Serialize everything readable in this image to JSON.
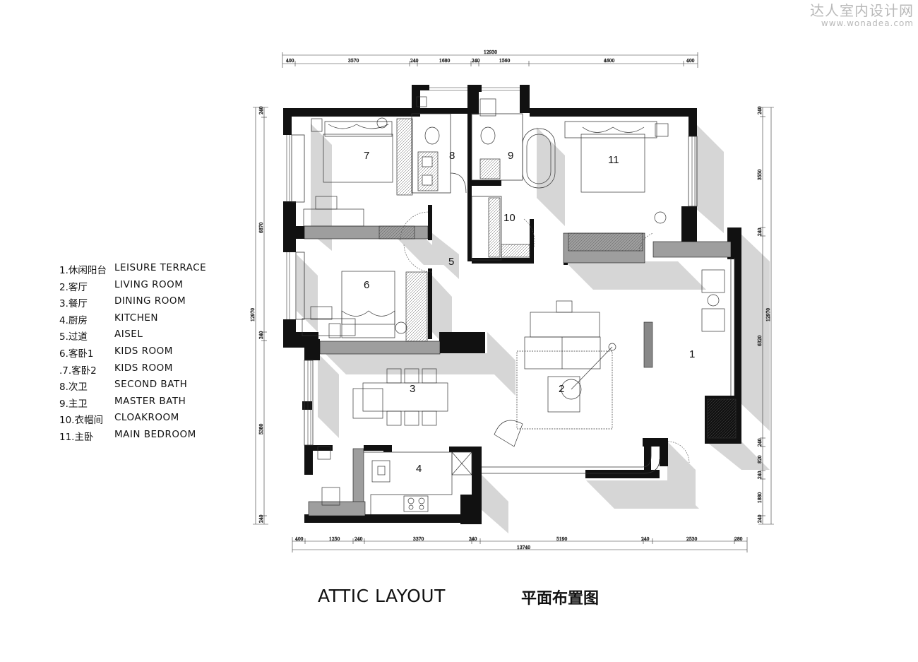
{
  "watermark": {
    "title": "达人室内设计网",
    "url": "www.wonadea.com"
  },
  "legend": [
    {
      "num": "1.休闲阳台",
      "en": "LEISURE  TERRACE"
    },
    {
      "num": "2.客厅",
      "en": "LIVING ROOM"
    },
    {
      "num": "3.餐厅",
      "en": "DINING ROOM"
    },
    {
      "num": "4.厨房",
      "en": "KITCHEN"
    },
    {
      "num": "5.过道",
      "en": "AISEL"
    },
    {
      "num": "6.客卧1",
      "en": "KIDS  ROOM"
    },
    {
      "num": ".7.客卧2",
      "en": "KIDS  ROOM"
    },
    {
      "num": "8.次卫",
      "en": "SECOND  BATH"
    },
    {
      "num": "9.主卫",
      "en": "MASTER  BATH"
    },
    {
      "num": "10.衣帽间",
      "en": "CLOAKROOM"
    },
    {
      "num": "11.主卧",
      "en": "MAIN  BEDROOM"
    }
  ],
  "rooms": {
    "r1": "1",
    "r2": "2",
    "r3": "3",
    "r4": "4",
    "r5": "5",
    "r6": "6",
    "r7": "7",
    "r8": "8",
    "r9": "9",
    "r10": "10",
    "r11": "11"
  },
  "dimensions": {
    "top_total": "12930",
    "top": [
      "400",
      "3570",
      "240",
      "1680",
      "240",
      "1560",
      "4600",
      "400"
    ],
    "bottom_total": "13740",
    "bottom": [
      "400",
      "1250",
      "240",
      "3370",
      "240",
      "5190",
      "240",
      "2530",
      "280"
    ],
    "left_total": "12970",
    "left": [
      "240",
      "6870",
      "240",
      "5380",
      "240"
    ],
    "right_total": "12970",
    "right": [
      "240",
      "3550",
      "240",
      "6320",
      "240",
      "820",
      "240",
      "1880",
      "240"
    ]
  },
  "captions": {
    "en": "ATTIC LAYOUT",
    "cn": "平面布置图"
  }
}
